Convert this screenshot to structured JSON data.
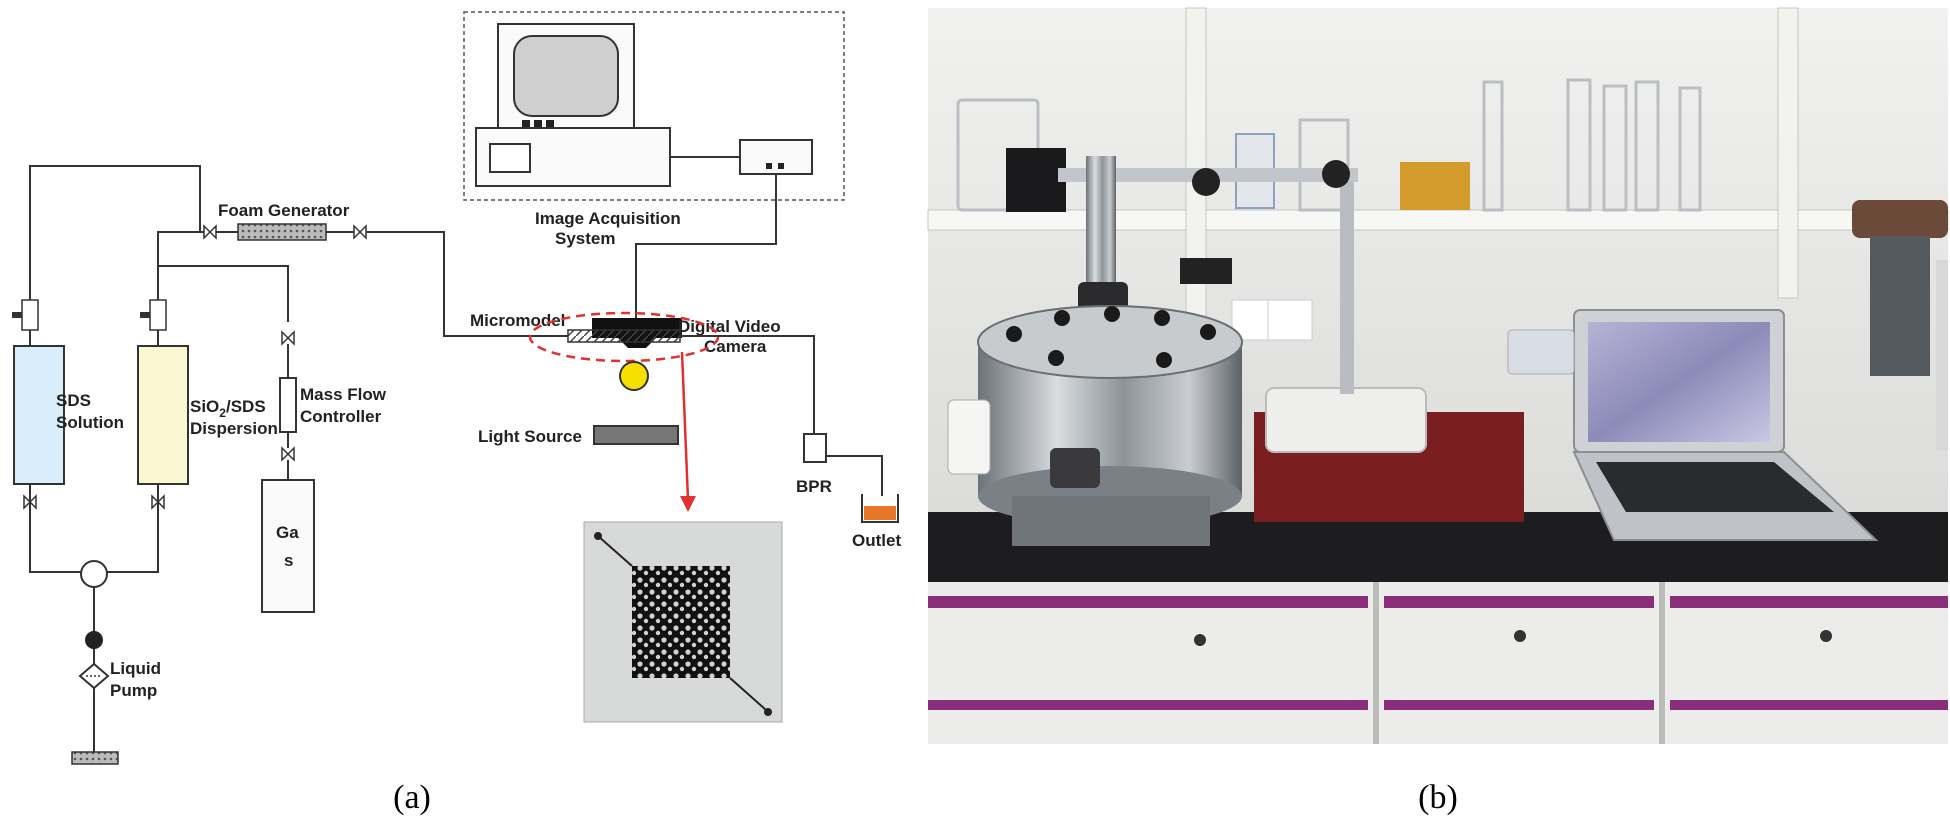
{
  "panel_a": {
    "labels": {
      "image_acquisition_line1": "Image Acquisition",
      "image_acquisition_line2": "System",
      "foam_generator": "Foam Generator",
      "digital_video_line1": "Digital Video",
      "digital_video_line2": "Camera",
      "micromodel": "Micromodel",
      "light_source": "Light Source",
      "sds_line1": "SDS",
      "sds_line2": "Solution",
      "sio2_line1_a": "SiO",
      "sio2_line1_sub": "2",
      "sio2_line1_b": "/SDS",
      "sio2_line2": "Dispersion",
      "mfc_line1": "Mass Flow",
      "mfc_line2": "Controller",
      "gas_line1": "Ga",
      "gas_line2": "s",
      "liquid_line1": "Liquid",
      "liquid_line2": "Pump",
      "bpr": "BPR",
      "outlet": "Outlet"
    },
    "colors": {
      "sds_tank": "#d8eefa",
      "sio2_tank": "#fbf7d2",
      "light_bulb": "#f5e000",
      "highlight_ellipse": "#e03030",
      "outlet_liquid": "#e8762a"
    }
  },
  "panel_b": {
    "colors": {
      "bench_top": "#1d1d1f",
      "drawer_trim": "#8a2f7a",
      "wall": "#e7e7e4",
      "sample_tray": "#7a1e22"
    }
  },
  "captions": {
    "a": "(a)",
    "b": "(b)"
  }
}
